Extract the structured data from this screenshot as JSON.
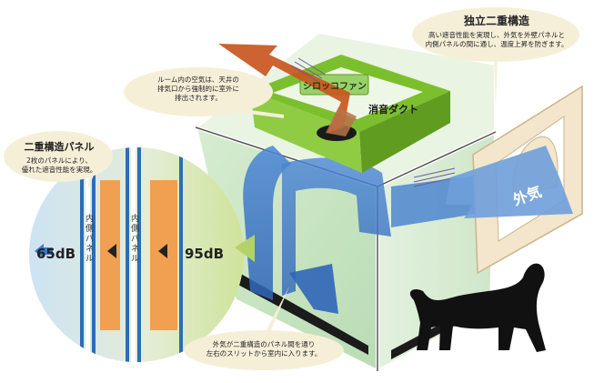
{
  "labels": {
    "fan": "シロッコファン",
    "duct": "消音ダクト",
    "outside_air": "外気",
    "db_in": "65dB",
    "db_out": "95dB",
    "inner_panel_1": "内側パネル",
    "inner_panel_2": "内側パネル"
  },
  "callouts": {
    "independent": {
      "title": "独立二重構造",
      "body": "高い遮音性能を実現し、外気を外壁パネルと\n内側パネルの間に通し、温度上昇を防ぎます。"
    },
    "exhaust": {
      "body": "ルーム内の空気は、天井の\n排気口から強制的に室外に\n排出されます。"
    },
    "double_panel": {
      "title": "二重構造パネル",
      "body": "2枚のパネルにより、\n優れた遮音性能を実現。"
    },
    "intake": {
      "body": "外気が二重構造のパネル間を通り\n左右のスリットから室内に入ります。"
    }
  },
  "colors": {
    "green_frame": "#7cbf2e",
    "exhaust_arrow": "#c8561e",
    "air_blue": "#3d78c8",
    "panel_orange": "#f0a050",
    "callout_bg": "#f6efd8",
    "door_frame": "#f3e6cc"
  }
}
